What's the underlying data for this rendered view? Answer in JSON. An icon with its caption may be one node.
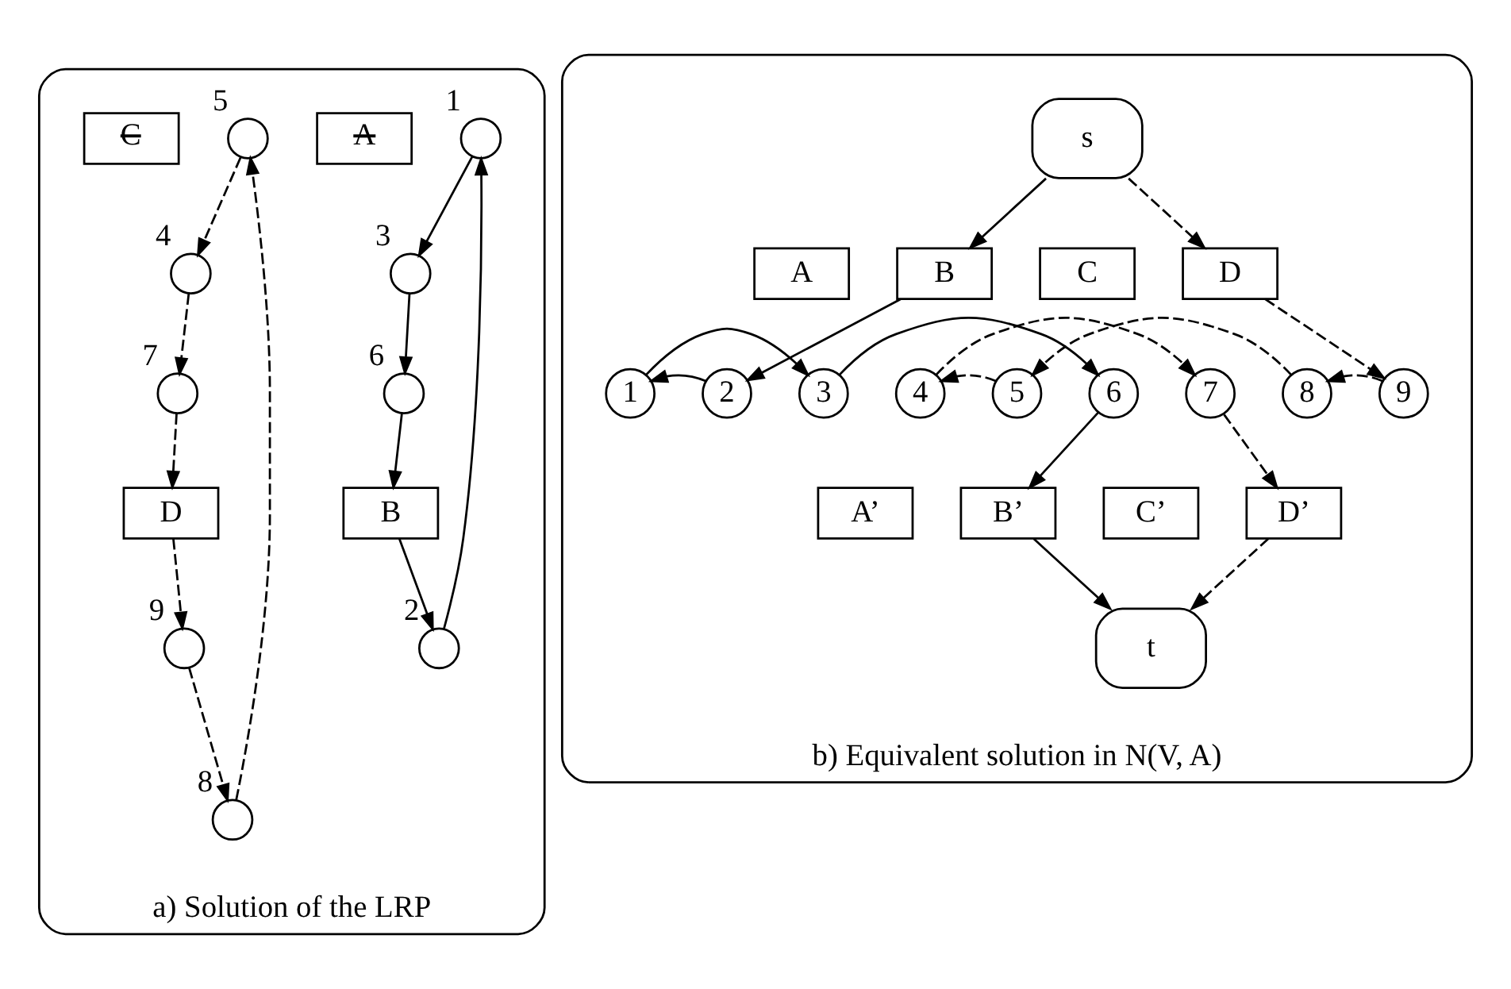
{
  "diagram": {
    "nodes": [
      {
        "text": [
          "a) Solution of the LRP"
        ]
      },
      {
        "text": [],
        "shape": "circle",
        "beside": [
          "1"
        ],
        "in": 0
      },
      {
        "text": [
          "A"
        ],
        "in": 0
      },
      {
        "text": [],
        "shape": "circle",
        "beside": [
          "2"
        ],
        "in": 0
      },
      {
        "text": [],
        "shape": "circle",
        "beside": [
          "3"
        ],
        "in": 0
      },
      {
        "text": [],
        "shape": "circle",
        "beside": [
          "5"
        ],
        "in": 0
      },
      {
        "text": [],
        "shape": "circle",
        "beside": [
          "4"
        ],
        "in": 0
      },
      {
        "text": [
          "B"
        ],
        "in": 0
      },
      {
        "text": [
          "C"
        ],
        "in": 0
      },
      {
        "text": [],
        "shape": "circle",
        "beside": [
          "7"
        ],
        "in": 0
      },
      {
        "text": [],
        "shape": "circle",
        "beside": [
          "6"
        ],
        "in": 0
      },
      {
        "text": [],
        "shape": "circle",
        "beside": [
          "8"
        ],
        "in": 0
      },
      {
        "text": [
          "D"
        ],
        "in": 0
      },
      {
        "text": [],
        "shape": "circle",
        "beside": [
          "9"
        ],
        "in": 0
      },
      {
        "text": [
          "b) Equivalent solution in N(V, A)"
        ]
      },
      {
        "text": [
          "s"
        ],
        "in": 14
      },
      {
        "text": [
          "A"
        ],
        "in": 14
      },
      {
        "text": [
          "B"
        ],
        "in": 14
      },
      {
        "text": [
          "C"
        ],
        "in": 14
      },
      {
        "text": [
          "D"
        ],
        "in": 14
      },
      {
        "text": [
          "1"
        ],
        "in": 14
      },
      {
        "text": [
          "2"
        ],
        "in": 14
      },
      {
        "text": [
          "3"
        ],
        "in": 14
      },
      {
        "text": [
          "4"
        ],
        "in": 14
      },
      {
        "text": [
          "5"
        ],
        "in": 14
      },
      {
        "text": [
          "6"
        ],
        "in": 14
      },
      {
        "text": [
          "7"
        ],
        "in": 14
      },
      {
        "text": [
          "8"
        ],
        "in": 14
      },
      {
        "text": [
          "9"
        ],
        "in": 14
      },
      {
        "text": [
          "A’"
        ],
        "in": 14
      },
      {
        "text": [
          "B’"
        ],
        "in": 14
      },
      {
        "text": [
          "C’"
        ],
        "in": 14
      },
      {
        "text": [
          "D’"
        ],
        "in": 14
      },
      {
        "text": [
          "t"
        ],
        "in": 14
      }
    ],
    "edges": [
      {
        "from": 1,
        "to": 4,
        "arrow": "to"
      },
      {
        "from": 4,
        "to": 10,
        "arrow": "to"
      },
      {
        "from": 10,
        "to": 7,
        "arrow": "to"
      },
      {
        "from": 7,
        "to": 3,
        "arrow": "to"
      },
      {
        "from": 3,
        "to": 1,
        "arrow": "to"
      },
      {
        "from": 5,
        "to": 6,
        "arrow": "to",
        "style": "dashed"
      },
      {
        "from": 6,
        "to": 9,
        "arrow": "to",
        "style": "dashed"
      },
      {
        "from": 9,
        "to": 12,
        "arrow": "to",
        "style": "dashed"
      },
      {
        "from": 12,
        "to": 13,
        "arrow": "to",
        "style": "dashed"
      },
      {
        "from": 13,
        "to": 11,
        "arrow": "to",
        "style": "dashed"
      },
      {
        "from": 11,
        "to": 5,
        "arrow": "to",
        "style": "dashed"
      },
      {
        "from": 15,
        "to": 17,
        "arrow": "to"
      },
      {
        "from": 15,
        "to": 19,
        "arrow": "to",
        "style": "dashed"
      },
      {
        "from": 17,
        "to": 21,
        "arrow": "to"
      },
      {
        "from": 21,
        "to": 20,
        "arrow": "to"
      },
      {
        "from": 20,
        "to": 22,
        "arrow": "to"
      },
      {
        "from": 22,
        "to": 25,
        "arrow": "to"
      },
      {
        "from": 25,
        "to": 30,
        "arrow": "to"
      },
      {
        "from": 30,
        "to": 33,
        "arrow": "to"
      },
      {
        "from": 19,
        "to": 28,
        "arrow": "to",
        "style": "dashed"
      },
      {
        "from": 28,
        "to": 27,
        "arrow": "to",
        "style": "dashed"
      },
      {
        "from": 27,
        "to": 24,
        "arrow": "to",
        "style": "dashed"
      },
      {
        "from": 24,
        "to": 23,
        "arrow": "to",
        "style": "dashed"
      },
      {
        "from": 23,
        "to": 26,
        "arrow": "to",
        "style": "dashed"
      },
      {
        "from": 26,
        "to": 32,
        "arrow": "to",
        "style": "dashed"
      },
      {
        "from": 32,
        "to": 33,
        "arrow": "to",
        "style": "dashed"
      }
    ]
  }
}
